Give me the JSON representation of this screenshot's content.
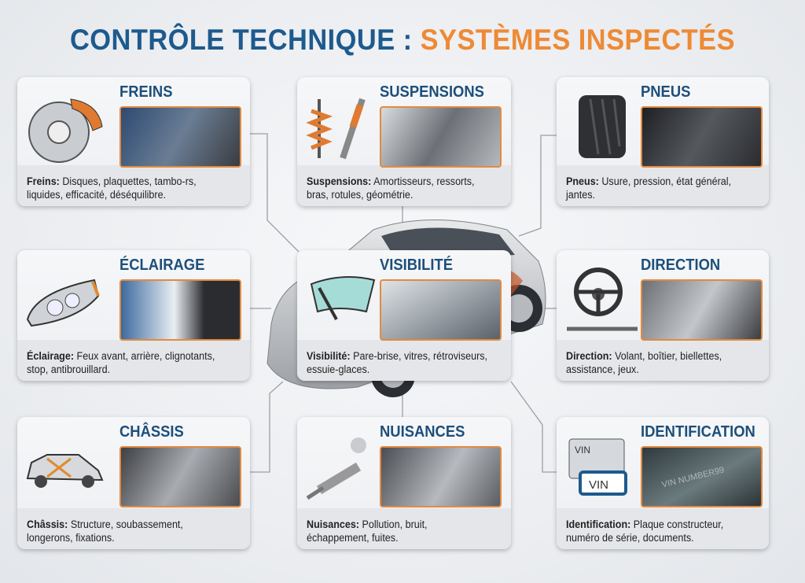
{
  "title": {
    "part1": "CONTRÔLE TECHNIQUE :",
    "part2": "SYSTÈMES INSPECTÉS"
  },
  "colors": {
    "blue": "#1d5a8e",
    "orange": "#ee8a35"
  },
  "cards": [
    {
      "id": "freins",
      "title": "FREINS",
      "label": "Freins:",
      "text": "Disques, plaquettes, tambo-rs, liquides, efficacité, déséquilibre.",
      "icon": "brake-disc-icon"
    },
    {
      "id": "suspensions",
      "title": "SUSPENSIONS",
      "label": "Suspensions:",
      "text": "Amortisseurs, ressorts, bras, rotules, géométrie.",
      "icon": "shock-absorber-icon"
    },
    {
      "id": "pneus",
      "title": "PNEUS",
      "label": "Pneus:",
      "text": "Usure, pression, état général, jantes.",
      "icon": "tire-icon"
    },
    {
      "id": "eclairage",
      "title": "ÉCLAIRAGE",
      "label": "Éclairage:",
      "text": "Feux avant, arrière, clignotants, stop, antibrouillard.",
      "icon": "headlight-icon"
    },
    {
      "id": "visibilite",
      "title": "VISIBILITÉ",
      "label": "Visibilité:",
      "text": "Pare-brise, vitres, rétroviseurs, essuie-glaces.",
      "icon": "windshield-wiper-icon"
    },
    {
      "id": "direction",
      "title": "DIRECTION",
      "label": "Direction:",
      "text": "Volant, boîtier, biellettes, assistance, jeux.",
      "icon": "steering-wheel-icon"
    },
    {
      "id": "chassis",
      "title": "CHÂSSIS",
      "label": "Châssis:",
      "text": "Structure, soubassement, longerons, fixations.",
      "icon": "car-frame-icon"
    },
    {
      "id": "nuisances",
      "title": "NUISANCES",
      "label": "Nuisances:",
      "text": "Pollution, bruit, échappement, fuites.",
      "icon": "exhaust-icon"
    },
    {
      "id": "identification",
      "title": "IDENTIFICATION",
      "label": "Identification:",
      "text": "Plaque constructeur, numéro de série, documents.",
      "icon": "vin-plate-icon",
      "icon_text": "VIN",
      "photo_text": "VIN NUMBER99"
    }
  ]
}
